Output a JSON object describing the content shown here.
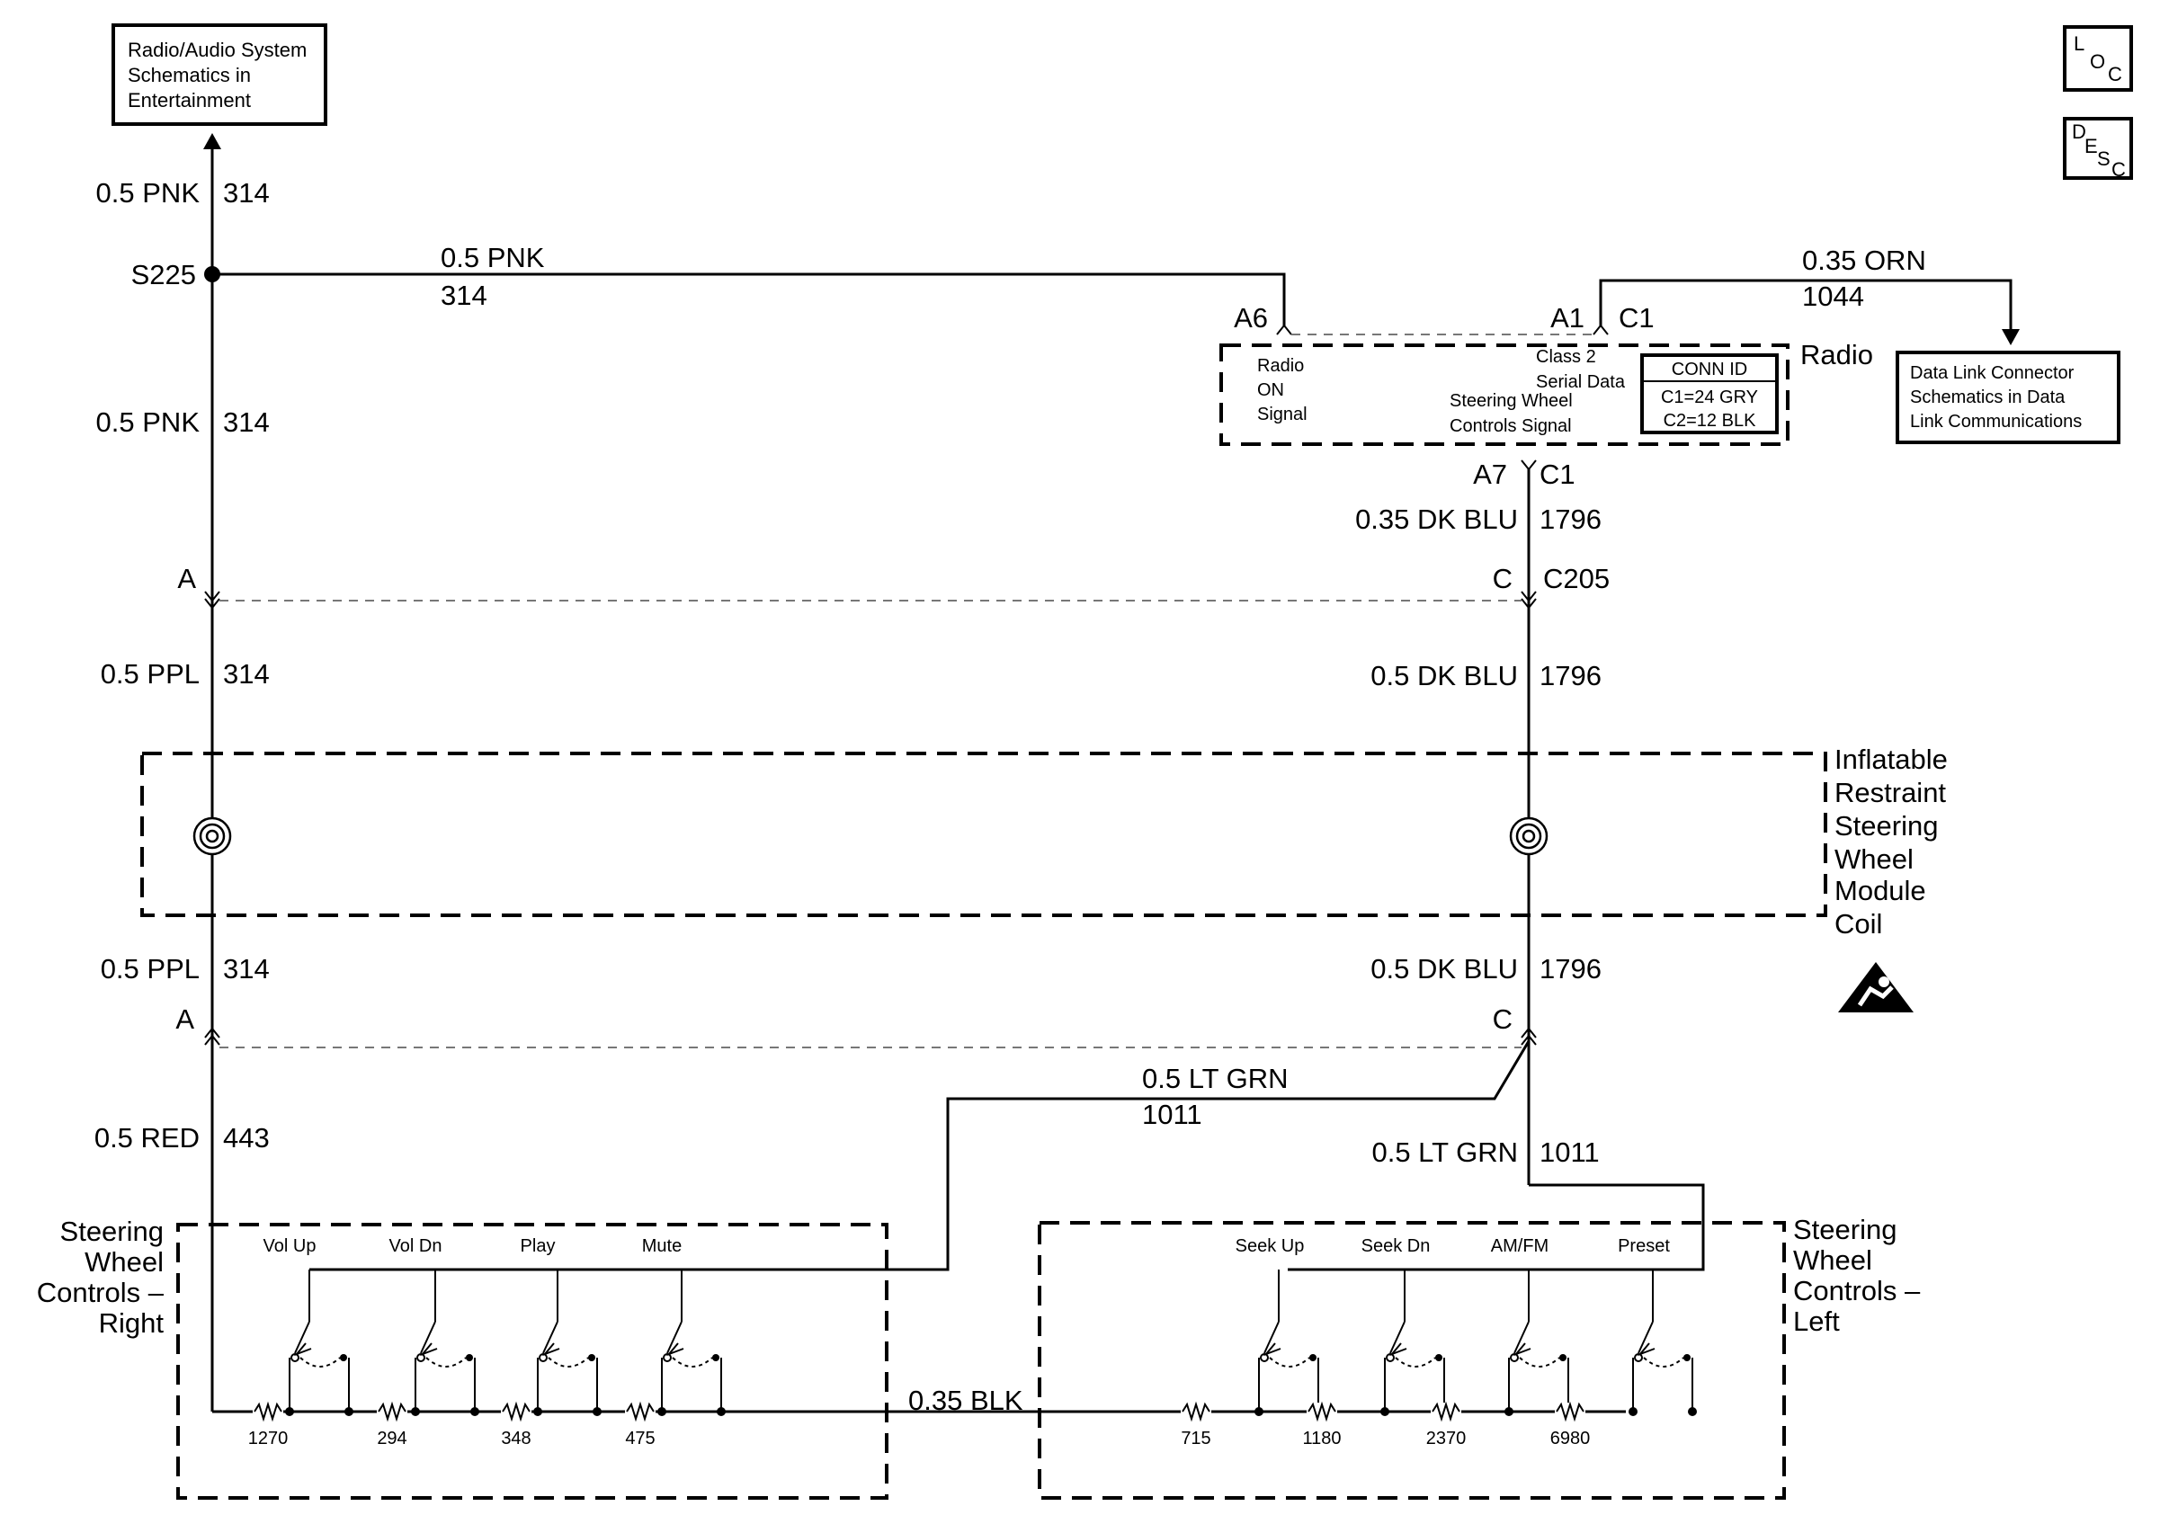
{
  "boxes": {
    "radio_audio": [
      "Radio/Audio System",
      "Schematics in",
      "Entertainment"
    ],
    "data_link": [
      "Data Link Connector",
      "Schematics in Data",
      "Link Communications"
    ],
    "loc": [
      "L",
      "O",
      "C"
    ],
    "desc": [
      "D",
      "E",
      "S",
      "C"
    ],
    "conn_id": {
      "title": "CONN ID",
      "c1": "C1=24 GRY",
      "c2": "C2=12 BLK"
    }
  },
  "radio": {
    "name": "Radio",
    "on_signal": [
      "Radio",
      "ON",
      "Signal"
    ],
    "class2": [
      "Class 2",
      "Serial Data"
    ],
    "swc_signal": [
      "Steering Wheel",
      "Controls Signal"
    ],
    "pin_a6": "A6",
    "pin_a1": "A1",
    "c1_top": "C1",
    "pin_a7": "A7",
    "c1_bottom": "C1"
  },
  "wires": {
    "pnk_top_color": "0.5 PNK",
    "pnk_top_circuit": "314",
    "splice": "S225",
    "pnk_h_color": "0.5 PNK",
    "pnk_h_circuit": "314",
    "pnk_mid_color": "0.5 PNK",
    "pnk_mid_circuit": "314",
    "orn_color": "0.35 ORN",
    "orn_circuit": "1044",
    "dkblu_top_color": "0.35 DK BLU",
    "dkblu_top_circuit": "1796",
    "ppl1_color": "0.5 PPL",
    "ppl1_circuit": "314",
    "dkblu1_color": "0.5 DK BLU",
    "dkblu1_circuit": "1796",
    "ppl2_color": "0.5 PPL",
    "ppl2_circuit": "314",
    "dkblu2_color": "0.5 DK BLU",
    "dkblu2_circuit": "1796",
    "red_color": "0.5 RED",
    "red_circuit": "443",
    "ltgrn_h_color": "0.5 LT GRN",
    "ltgrn_h_circuit": "1011",
    "ltgrn_v_color": "0.5 LT GRN",
    "ltgrn_v_circuit": "1011",
    "blk_color": "0.35 BLK"
  },
  "connectors": {
    "a_left_top": "A",
    "c_right_top": "C",
    "c205": "C205",
    "a_left_bottom": "A",
    "c_right_bottom": "C"
  },
  "coil": [
    "Inflatable",
    "Restraint",
    "Steering",
    "Wheel",
    "Module",
    "Coil"
  ],
  "swc_right": {
    "title": [
      "Steering",
      "Wheel",
      "Controls –",
      "Right"
    ],
    "switches": [
      "Vol Up",
      "Vol Dn",
      "Play",
      "Mute"
    ],
    "resistors": [
      "1270",
      "294",
      "348",
      "475"
    ]
  },
  "swc_left": {
    "title": [
      "Steering",
      "Wheel",
      "Controls –",
      "Left"
    ],
    "switches": [
      "Seek Up",
      "Seek Dn",
      "AM/FM",
      "Preset"
    ],
    "resistors": [
      "715",
      "1180",
      "2370",
      "6980"
    ]
  }
}
